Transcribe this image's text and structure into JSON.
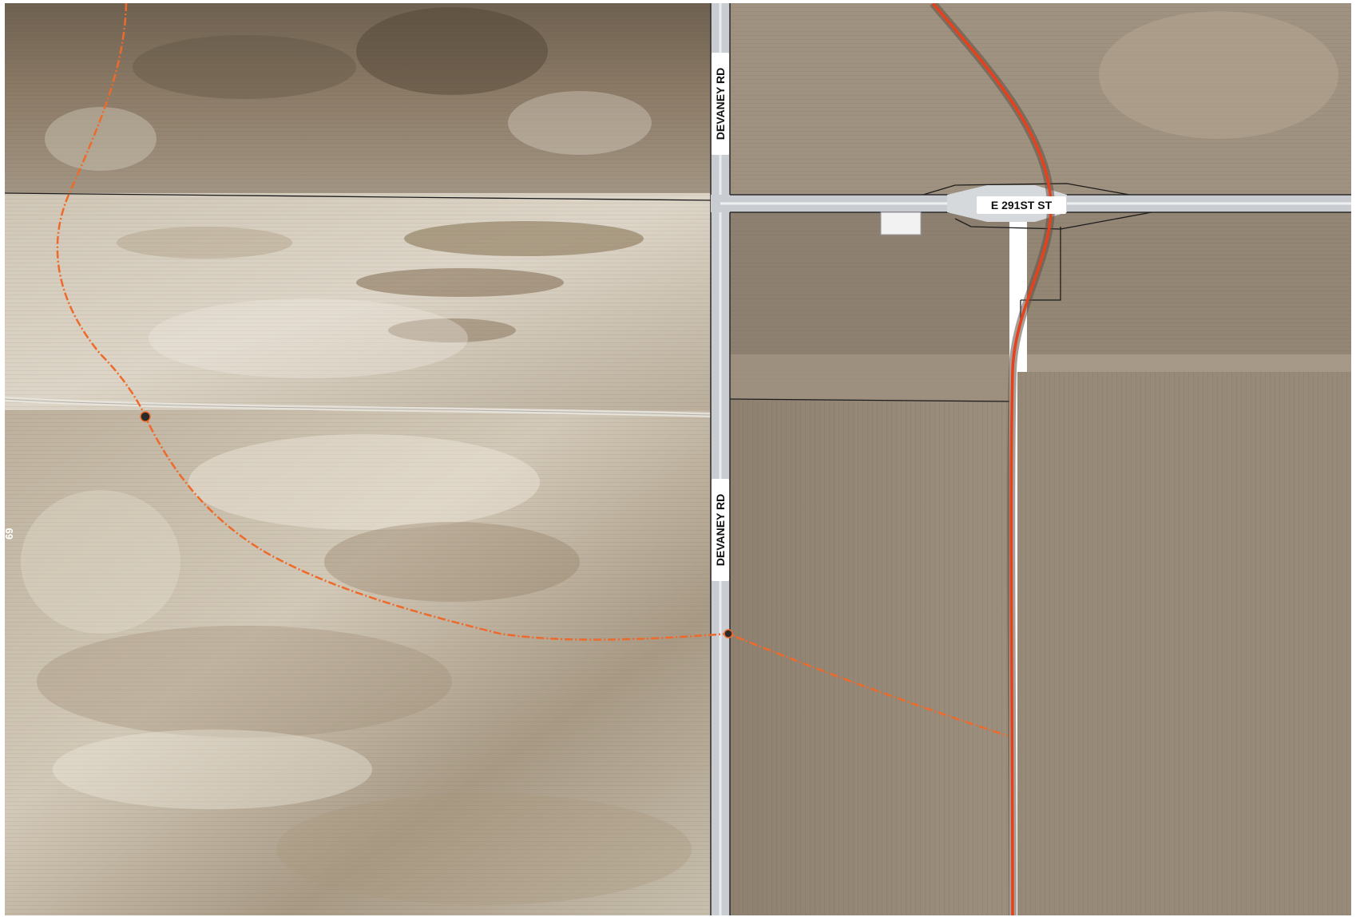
{
  "map": {
    "road_labels": {
      "devaney_north": "DEVANEY RD",
      "devaney_south": "DEVANEY RD",
      "e291": "E 291ST ST"
    },
    "margin_glyph": "69",
    "colors": {
      "pipeline_primary": "#e8401c",
      "pipeline_secondary": "#ef6a2a",
      "road_paved": "#c9ccd0",
      "parcel_line": "#1b1b1b",
      "field_light": "#d8cfc1",
      "field_dark": "#7a6a55"
    }
  }
}
